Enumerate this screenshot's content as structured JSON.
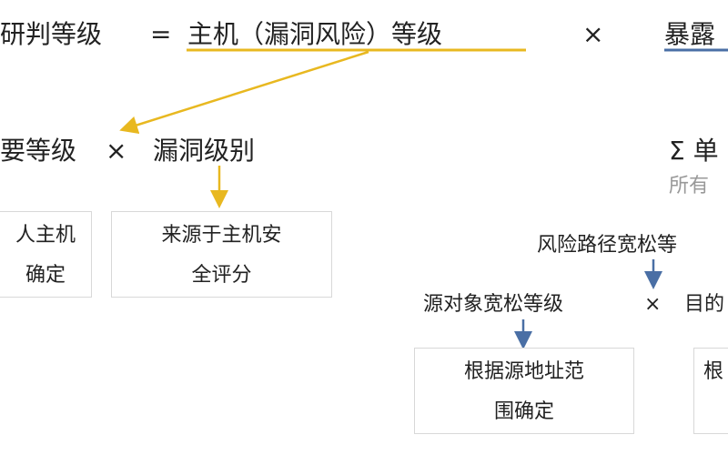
{
  "colors": {
    "host_branch": "#E8B820",
    "exposure_branch": "#4A6FA5",
    "muted_text": "#999999"
  },
  "formula": {
    "lhs": "研判等级",
    "equals": "=",
    "host_term": "主机（漏洞风险）等级",
    "times": "×",
    "exposure_term": "暴露"
  },
  "host_branch": {
    "expr_left": "要等级",
    "times": "×",
    "expr_right": "漏洞级别",
    "box_left": {
      "line1": "人主机",
      "line2": "确定"
    },
    "box_right": {
      "line1": "来源于主机安",
      "line2": "全评分"
    }
  },
  "exposure_branch": {
    "sum": "Σ 单",
    "sum_note": "所有",
    "path_label": "风险路径宽松等",
    "expr_left": "源对象宽松等级",
    "times": "×",
    "expr_right": "目的",
    "box_left": {
      "line1": "根据源地址范",
      "line2": "围确定"
    },
    "box_right": {
      "line1": "根"
    }
  }
}
